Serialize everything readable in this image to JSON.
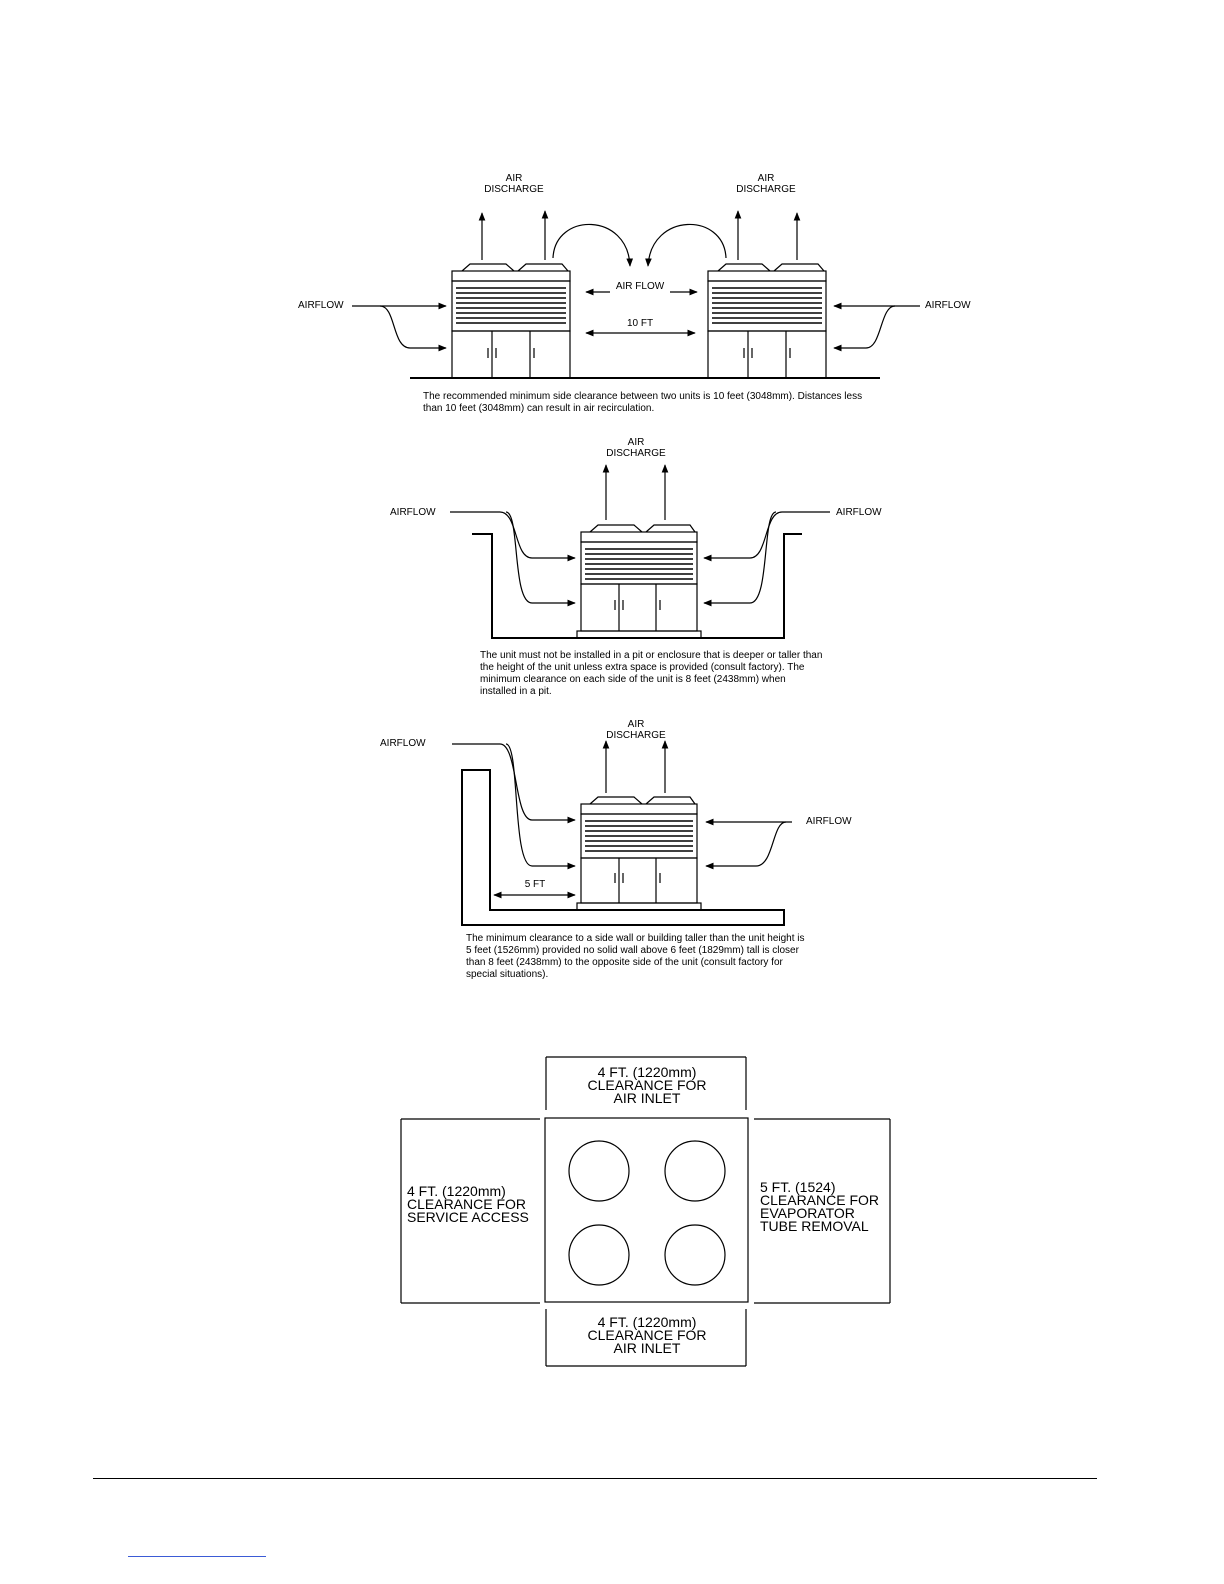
{
  "figure1": {
    "air_discharge_left": "AIR\nDISCHARGE",
    "air_discharge_right": "AIR\nDISCHARGE",
    "airflow_left": "AIRFLOW",
    "airflow_right": "AIRFLOW",
    "airflow_center": "AIR FLOW",
    "spacing_label": "10 FT",
    "note": "The recommended minimum side clearance between two units is 10 feet (3048mm). Distances less than 10 feet (3048mm) can result in air recirculation."
  },
  "figure2": {
    "air_discharge": "AIR\nDISCHARGE",
    "airflow_left": "AIRFLOW",
    "airflow_right": "AIRFLOW",
    "note": "The unit must not be installed in a pit or enclosure that is deeper or taller than the height of the unit unless extra space is provided (consult factory). The minimum clearance on each side of the unit is 8 feet (2438mm) when installed in a pit."
  },
  "figure3": {
    "air_discharge": "AIR\nDISCHARGE",
    "airflow_left": "AIRFLOW",
    "airflow_right": "AIRFLOW",
    "spacing_label": "5 FT",
    "note": "The minimum clearance to a side wall or building taller than the unit height is 5 feet (1526mm) provided no solid wall above 6 feet (1829mm) tall is closer than 8 feet (2438mm) to the opposite side of the unit (consult factory for special situations)."
  },
  "figure4": {
    "top": "4 FT.  (1220mm)\nCLEARANCE FOR\nAIR INLET",
    "left": "4 FT. (1220mm)\nCLEARANCE FOR\nSERVICE ACCESS",
    "right": "5 FT. (1524)\nCLEARANCE FOR\nEVAPORATOR\nTUBE REMOVAL",
    "bottom": "4 FT.  (1220mm)\nCLEARANCE FOR\nAIR INLET"
  }
}
